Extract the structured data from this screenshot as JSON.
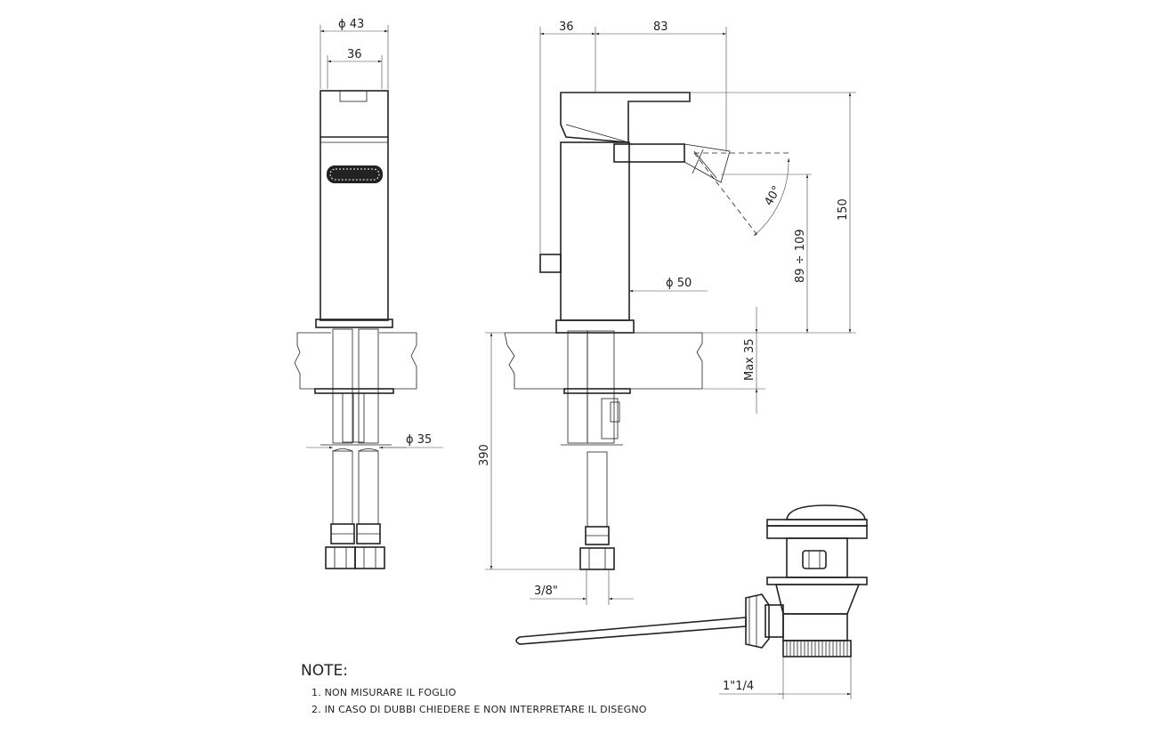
{
  "dimensions": {
    "side_diameter_top": "ϕ 43",
    "side_width_top": "36",
    "side_hose_diameter": "ϕ 35",
    "front_width_left": "36",
    "front_width_right": "83",
    "base_diameter": "ϕ 50",
    "total_height": "150",
    "spout_height": "89 ÷ 109",
    "spout_angle": "40°",
    "max_thickness": "Max 35",
    "hose_length": "390",
    "hose_thread": "3/8\"",
    "waste_thread": "1\"1/4"
  },
  "notes": {
    "title": "NOTE:",
    "items": [
      "1. NON MISURARE IL FOGLIO",
      "2. IN CASO DI DUBBI CHIEDERE E NON INTERPRETARE IL DISEGNO"
    ]
  }
}
